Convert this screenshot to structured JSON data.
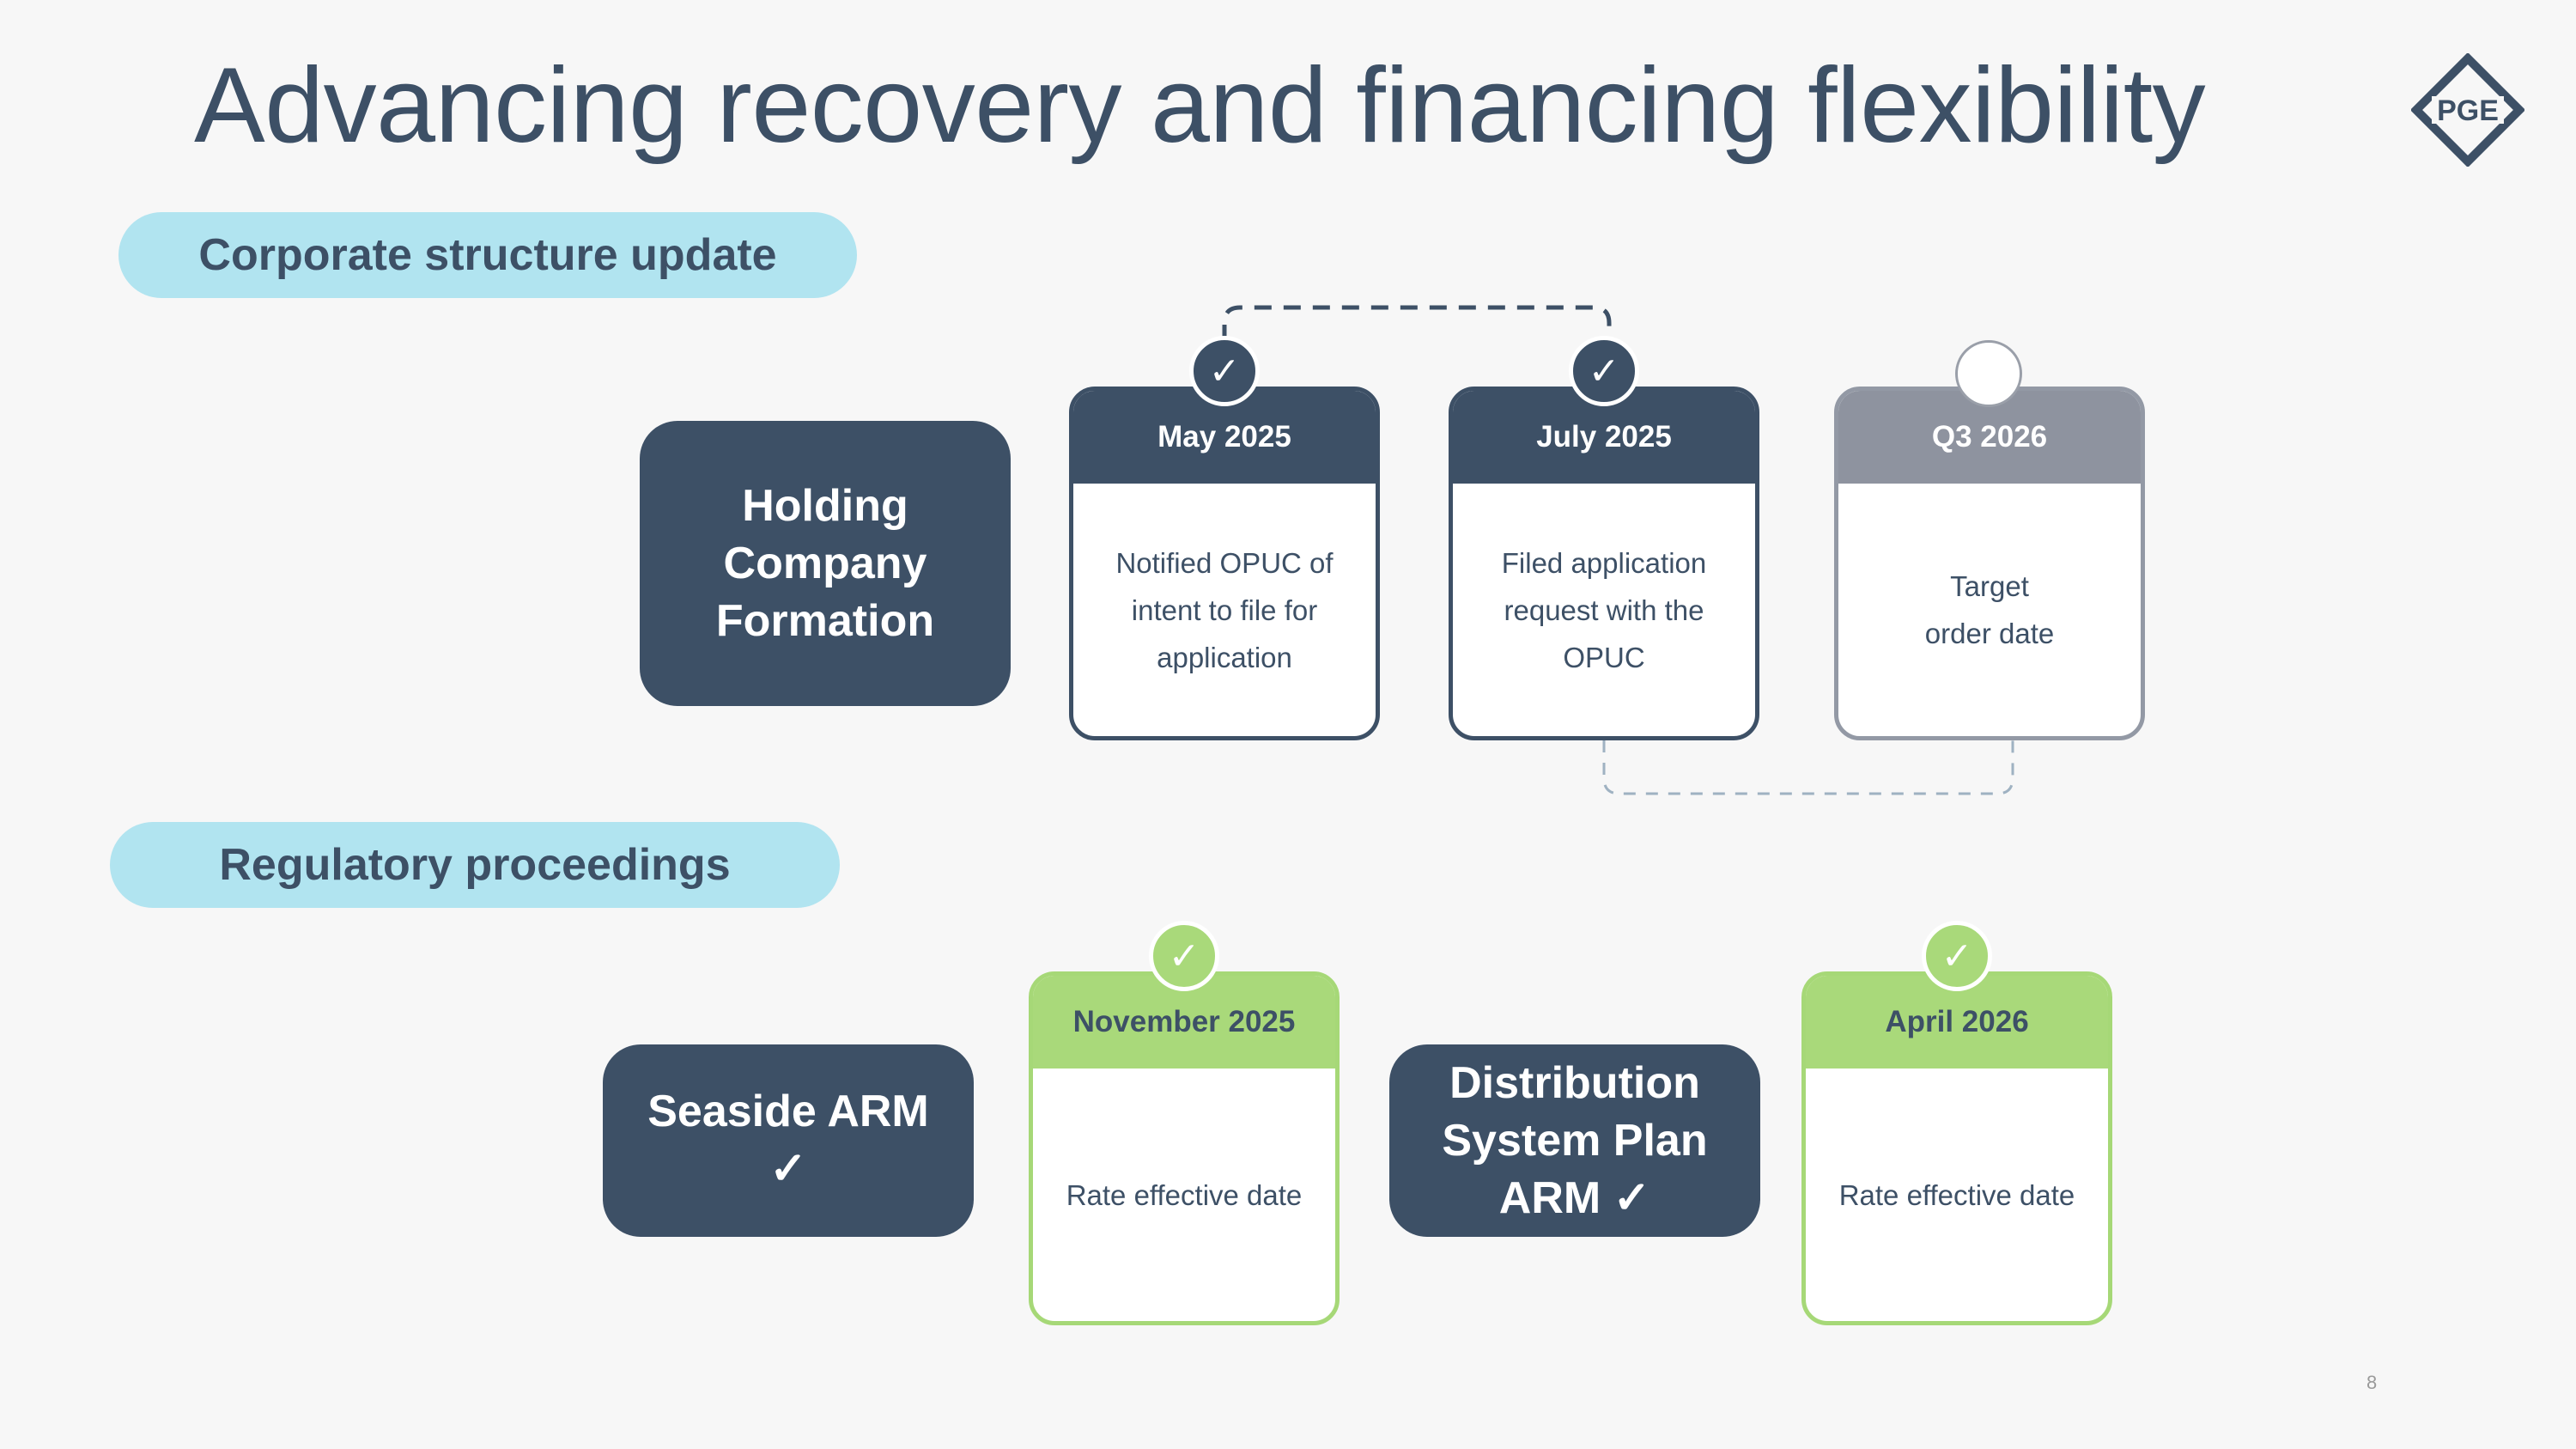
{
  "title": "Advancing recovery and financing flexibility",
  "logo": {
    "text": "PGE"
  },
  "sections": {
    "corporate": {
      "label": "Corporate structure update",
      "main_box": {
        "lines": [
          "Holding",
          "Company",
          "Formation"
        ]
      },
      "milestones": [
        {
          "date": "May 2025",
          "text": "Notified OPUC of\nintent to file for\napplication",
          "status": "check-icon"
        },
        {
          "date": "July 2025",
          "text": "Filed application\nrequest with the\nOPUC",
          "status": "check-icon"
        },
        {
          "date": "Q3 2026",
          "text": "Target\norder date",
          "status": "empty-circle"
        }
      ]
    },
    "regulatory": {
      "label": "Regulatory proceedings",
      "seaside": {
        "line1": "Seaside ARM",
        "check": "✓"
      },
      "seaside_milestone": {
        "date": "November 2025",
        "text": "Rate effective date",
        "status": "check-icon"
      },
      "dsp": {
        "line1": "Distribution",
        "line2": "System Plan",
        "line3": "ARM ✓"
      },
      "dsp_milestone": {
        "date": "April 2026",
        "text": "Rate effective date",
        "status": "check-icon"
      }
    }
  },
  "badge_check": "✓",
  "page_number": "8",
  "colors": {
    "navy": "#3d5066",
    "light_blue": "#b1e4f0",
    "green": "#a9d97a",
    "gray": "#8e939f",
    "background": "#f7f7f7"
  }
}
